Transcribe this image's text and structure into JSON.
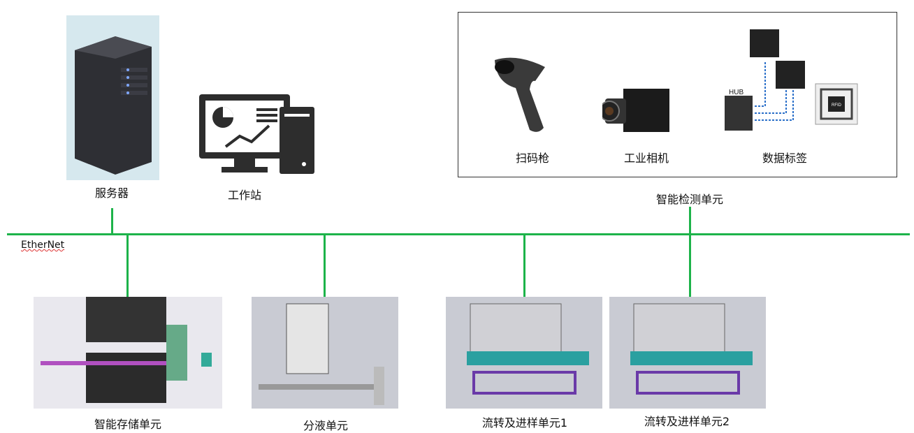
{
  "top": {
    "server_label": "服务器",
    "workstation_label": "工作站",
    "inspection": {
      "title": "智能检测单元",
      "items": [
        {
          "label": "扫码枪"
        },
        {
          "label": "工业相机"
        },
        {
          "label": "数据标签",
          "hub_label": "HUB",
          "rfid_label": "RFID"
        }
      ]
    }
  },
  "network": {
    "label": "EtherNet",
    "color": "#1db34a"
  },
  "units": [
    {
      "label": "智能存储单元"
    },
    {
      "label": "分液单元"
    },
    {
      "label": "流转及进样单元1"
    },
    {
      "label": "流转及进样单元2"
    }
  ]
}
